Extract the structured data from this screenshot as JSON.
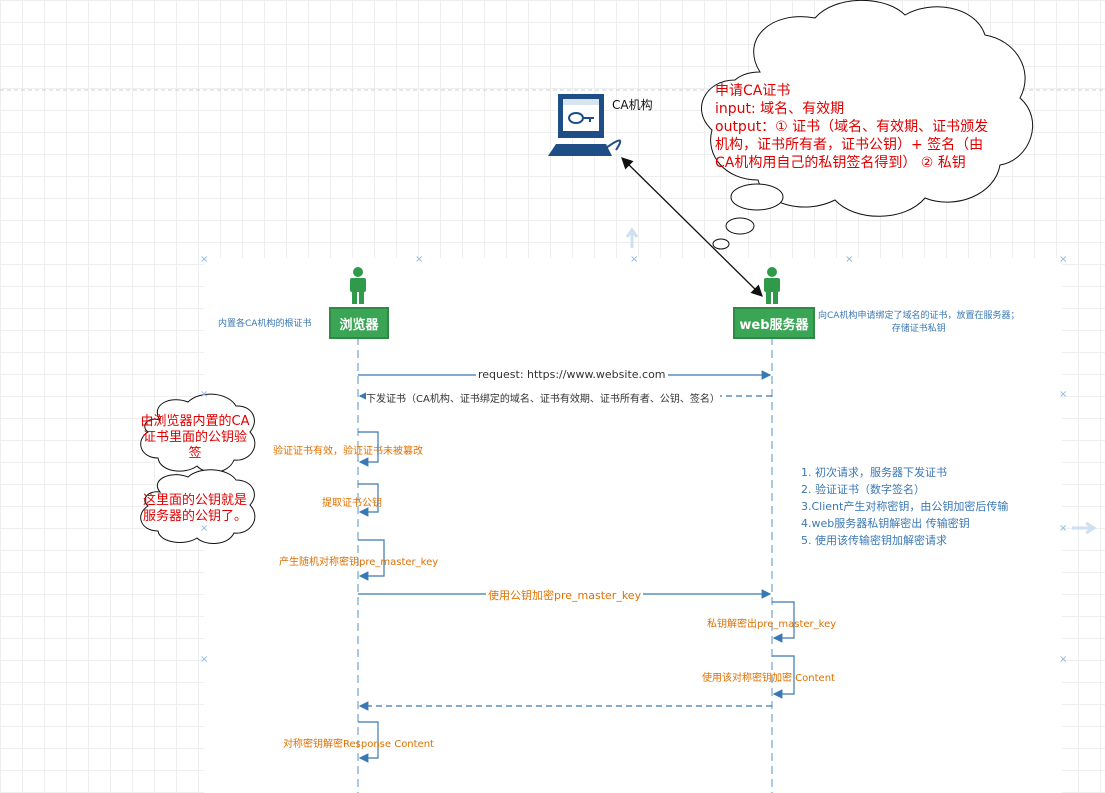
{
  "ca": {
    "label": "CA机构",
    "cloud_lines": [
      "申请CA证书",
      "input: 域名、有效期",
      "output：① 证书（域名、有效期、证书颁发",
      "机构，证书所有者，证书公钥）+ 签名（由",
      "CA机构用自己的私钥签名得到） ② 私钥"
    ]
  },
  "actors": {
    "browser": "浏览器",
    "server": "web服务器"
  },
  "notes": {
    "browser_note": "内置各CA机构的根证书",
    "server_note_lines": [
      "向CA机构申请绑定了域名的证书，放置在服务器；",
      "存储证书私钥"
    ],
    "cloud1_lines": [
      "由浏览器内置的CA",
      "证书里面的公钥验",
      "签"
    ],
    "cloud2_lines": [
      "这里面的公钥就是",
      "服务器的公钥了。"
    ]
  },
  "messages": {
    "request": "request:  https://www.website.com",
    "cert": "下发证书（CA机构、证书绑定的域名、证书有效期、证书所有者、公钥、签名）",
    "verify": "验证证书有效，验证证书未被篡改",
    "extract": "提取证书公钥",
    "gen_key": "产生随机对称密钥pre_master_key",
    "encrypt": "使用公钥加密pre_master_key",
    "decrypt": "私钥解密出pre_master_key",
    "content_enc": "使用该对称密钥加密 Content",
    "response_dec": "对称密钥解密Response Content"
  },
  "steps": [
    "1. 初次请求，服务器下发证书",
    "2. 验证证书（数字签名）",
    "3.Client产生对称密钥，由公钥加密后传输",
    "4.web服务器私钥解密出 传输密钥",
    "5. 使用该传输密钥加解密请求"
  ]
}
